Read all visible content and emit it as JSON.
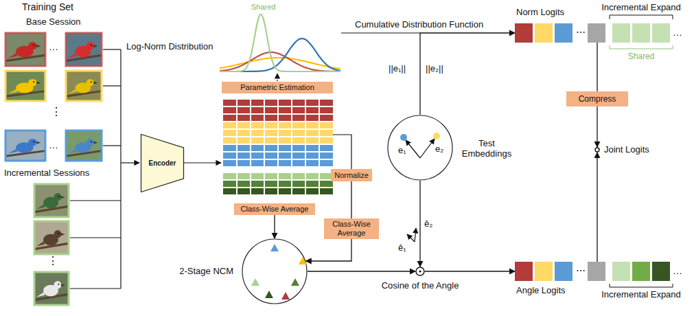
{
  "diagram": {
    "nodes": [
      {
        "text": [
          "Encoder"
        ]
      },
      {
        "text": [
          "Parametric Estimation"
        ]
      },
      {
        "text": [
          "Class-Wise Average"
        ]
      },
      {
        "text": [
          "Normalize"
        ]
      },
      {
        "text": [
          "Class-Wise Average"
        ]
      },
      {
        "text": [
          "2-Stage NCM"
        ]
      },
      {
        "text": [
          "Test Embeddings",
          "e₁",
          "e₂"
        ]
      },
      {
        "text": [
          "Cosine of the Angle"
        ]
      },
      {
        "text": [
          "Norm Logits",
          "⋯",
          "…"
        ]
      },
      {
        "text": [
          "Compress"
        ]
      },
      {
        "text": [
          "Joint Logits"
        ]
      },
      {
        "text": [
          "Angle Logits",
          "⋯",
          "…"
        ]
      }
    ],
    "edges": [
      {
        "from": 2,
        "to": 5,
        "arrow": "to"
      },
      {
        "from": 3,
        "to": 4,
        "arrow": "none"
      },
      {
        "from": 4,
        "to": 5,
        "arrow": "to"
      },
      {
        "from": 5,
        "to": 7,
        "arrow": "to"
      },
      {
        "from": 6,
        "to": 7,
        "arrow": "to"
      },
      {
        "from": 7,
        "to": 11,
        "arrow": "to"
      },
      {
        "from": 6,
        "to": 8,
        "label": "Cumulative Distribution Function",
        "arrow": "to"
      },
      {
        "from": 8,
        "to": 9,
        "arrow": "none"
      },
      {
        "from": 9,
        "to": 10,
        "arrow": "to"
      },
      {
        "from": 11,
        "to": 10,
        "arrow": "to"
      }
    ],
    "labels": [
      "Training Set",
      "Base Session",
      "…",
      "⋮",
      "…",
      "Incremental Sessions",
      "⋮",
      "Log-Norm Distribution",
      "Shared",
      "||e₁||",
      "||e₂||",
      "ê₁",
      "ê₂",
      "Incremental Expand",
      "Shared",
      "Incremental Expand"
    ]
  }
}
